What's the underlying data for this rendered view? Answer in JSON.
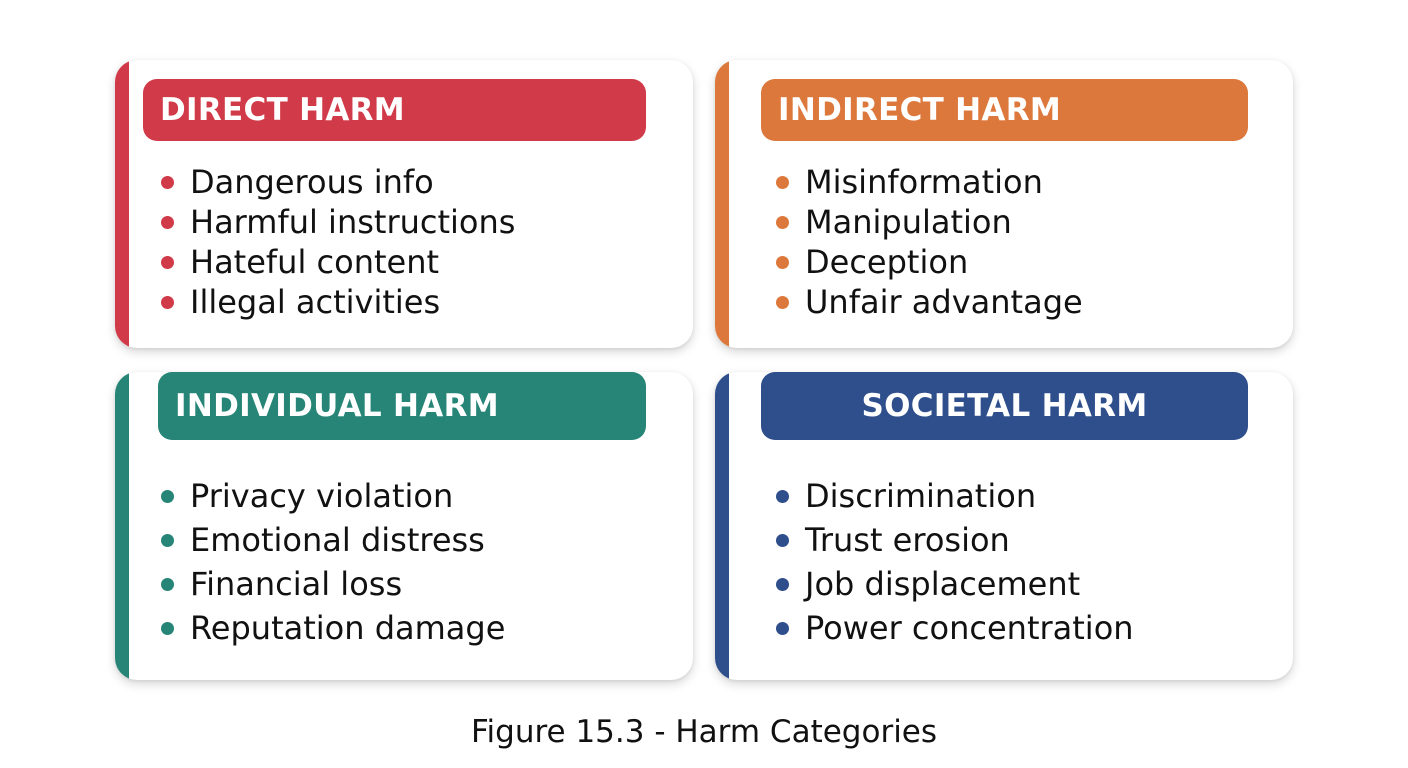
{
  "figure": {
    "caption": "Figure 15.3 - Harm Categories"
  },
  "colors": {
    "direct": "#d13a48",
    "indirect": "#dd783c",
    "individual": "#268576",
    "societal": "#2e4f8c",
    "text": "#111111",
    "card_bg": "#ffffff"
  },
  "cards": [
    {
      "id": "direct",
      "title": "DIRECT HARM",
      "items": [
        "Dangerous info",
        "Harmful instructions",
        "Hateful content",
        "Illegal activities"
      ]
    },
    {
      "id": "indirect",
      "title": "INDIRECT HARM",
      "items": [
        "Misinformation",
        "Manipulation",
        "Deception",
        "Unfair advantage"
      ]
    },
    {
      "id": "individual",
      "title": "INDIVIDUAL HARM",
      "items": [
        "Privacy violation",
        "Emotional distress",
        "Financial loss",
        "Reputation damage"
      ]
    },
    {
      "id": "societal",
      "title": "SOCIETAL HARM",
      "items": [
        "Discrimination",
        "Trust erosion",
        "Job displacement",
        "Power concentration"
      ]
    }
  ]
}
